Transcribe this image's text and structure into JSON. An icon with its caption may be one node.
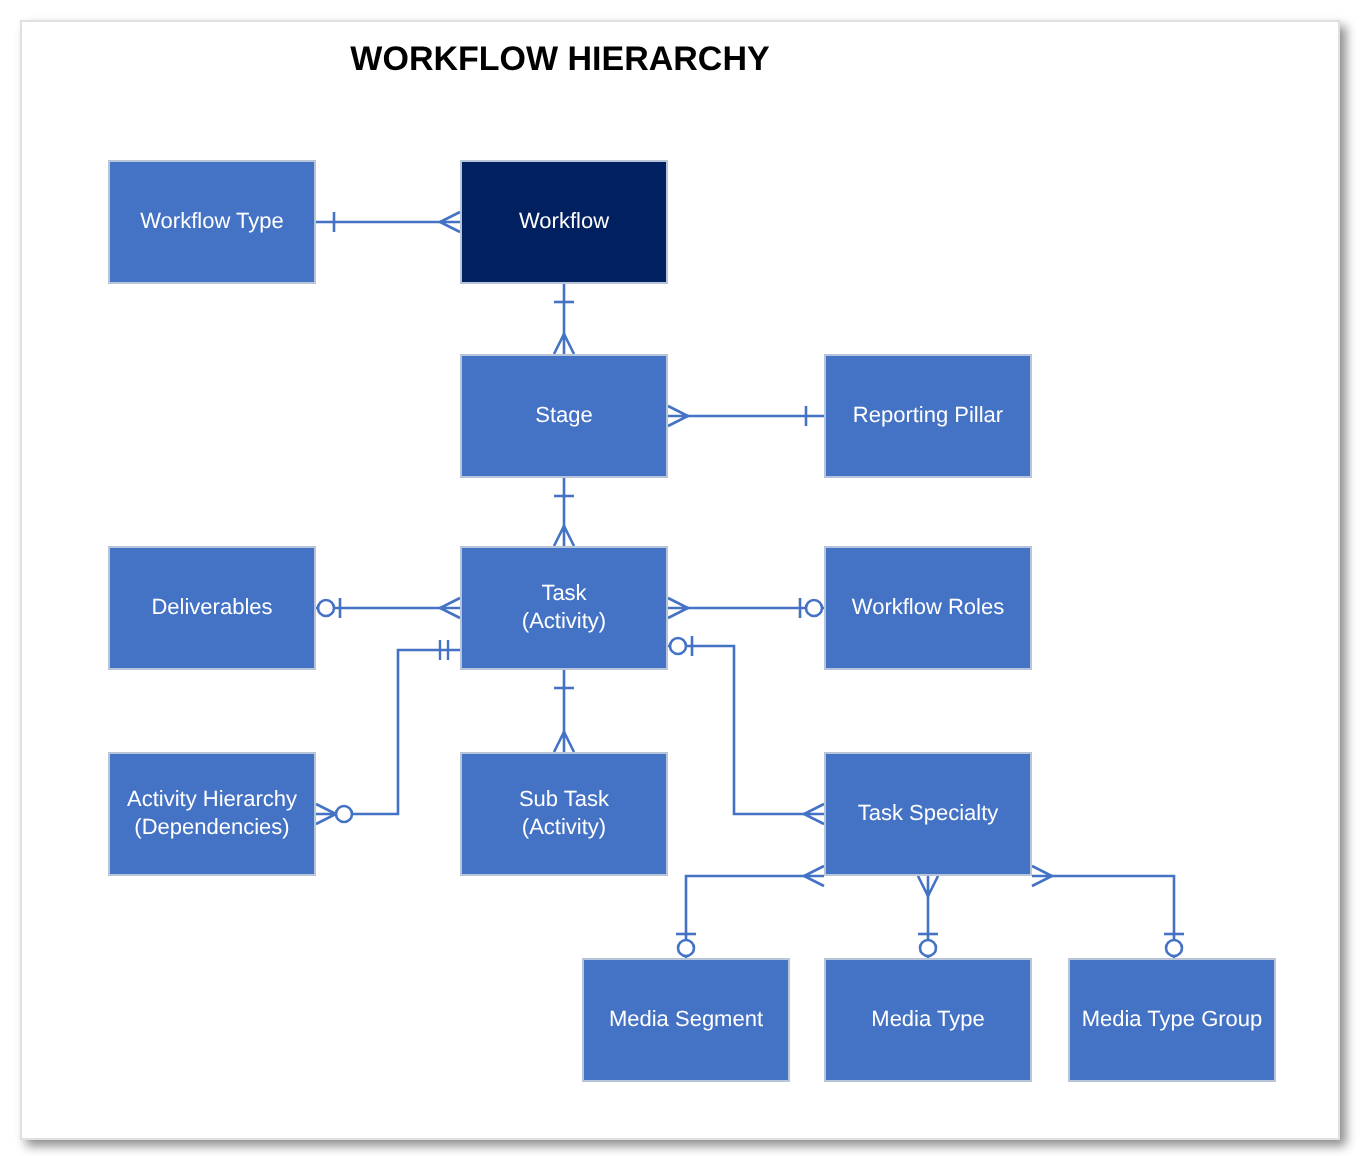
{
  "diagram": {
    "title": "WORKFLOW HIERARCHY",
    "nodes": [
      {
        "text": [
          "Workflow Type"
        ]
      },
      {
        "text": [
          "Workflow"
        ]
      },
      {
        "text": [
          "Stage"
        ]
      },
      {
        "text": [
          "Reporting Pillar"
        ]
      },
      {
        "text": [
          "Deliverables"
        ]
      },
      {
        "text": [
          "Task (Activity)"
        ]
      },
      {
        "text": [
          "Workflow Roles"
        ]
      },
      {
        "text": [
          "Activity Hierarchy (Dependencies)"
        ]
      },
      {
        "text": [
          "Sub Task (Activity)"
        ]
      },
      {
        "text": [
          "Task Specialty"
        ]
      },
      {
        "text": [
          "Media Segment"
        ]
      },
      {
        "text": [
          "Media Type"
        ]
      },
      {
        "text": [
          "Media Type Group"
        ]
      }
    ],
    "edges": [
      {
        "from": 0,
        "to": 1,
        "arrow": "other"
      },
      {
        "from": 1,
        "to": 2,
        "arrow": "other"
      },
      {
        "from": 2,
        "to": 3,
        "arrow": "other"
      },
      {
        "from": 2,
        "to": 5,
        "arrow": "other"
      },
      {
        "from": 5,
        "to": 4,
        "arrow": "other"
      },
      {
        "from": 5,
        "to": 6,
        "arrow": "other"
      },
      {
        "from": 5,
        "to": 7,
        "arrow": "other"
      },
      {
        "from": 5,
        "to": 9,
        "arrow": "other"
      },
      {
        "from": 5,
        "to": 8,
        "arrow": "other"
      },
      {
        "from": 9,
        "to": 10,
        "arrow": "other"
      },
      {
        "from": 9,
        "to": 11,
        "arrow": "other"
      },
      {
        "from": 9,
        "to": 12,
        "arrow": "other"
      }
    ]
  }
}
